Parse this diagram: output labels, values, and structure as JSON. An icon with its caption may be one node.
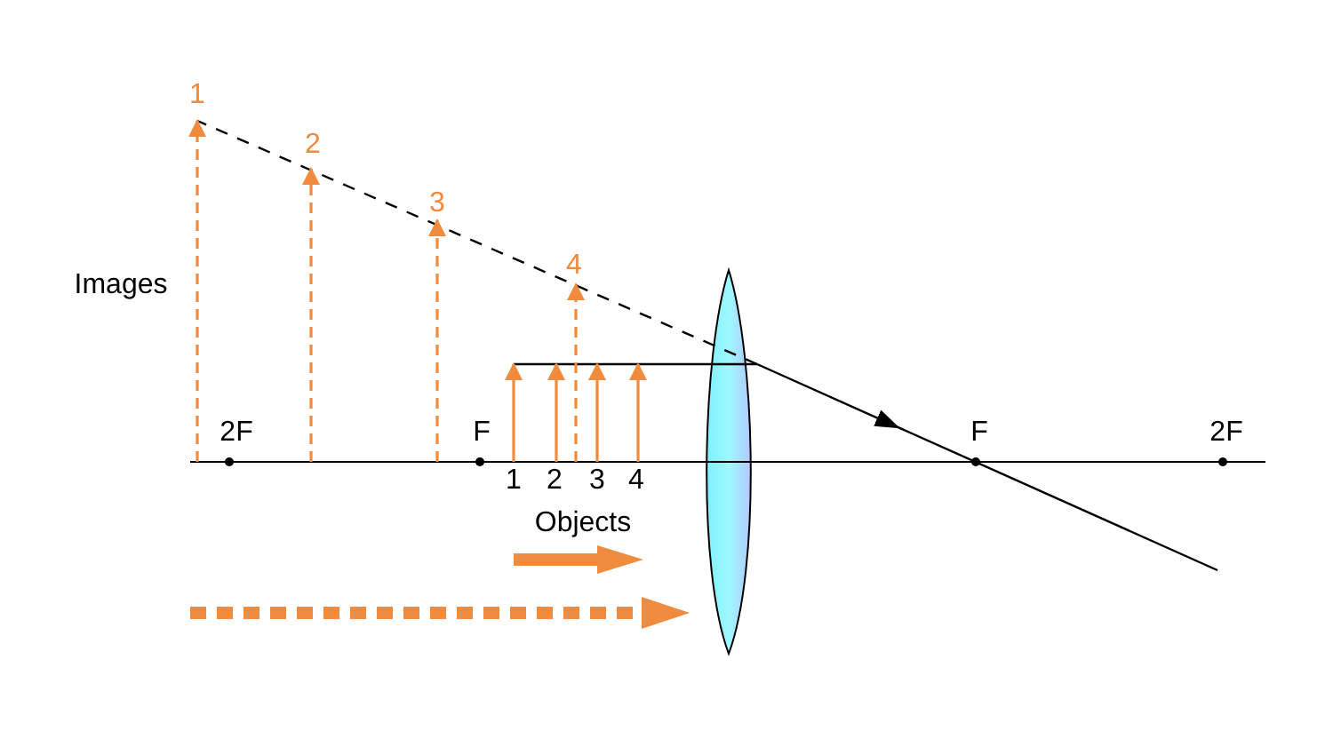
{
  "diagram": {
    "labels": [
      "1",
      "2",
      "3",
      "4",
      "Images",
      "2F",
      "F",
      "F",
      "2F",
      "1",
      "2",
      "3",
      "4",
      "Objects"
    ]
  }
}
